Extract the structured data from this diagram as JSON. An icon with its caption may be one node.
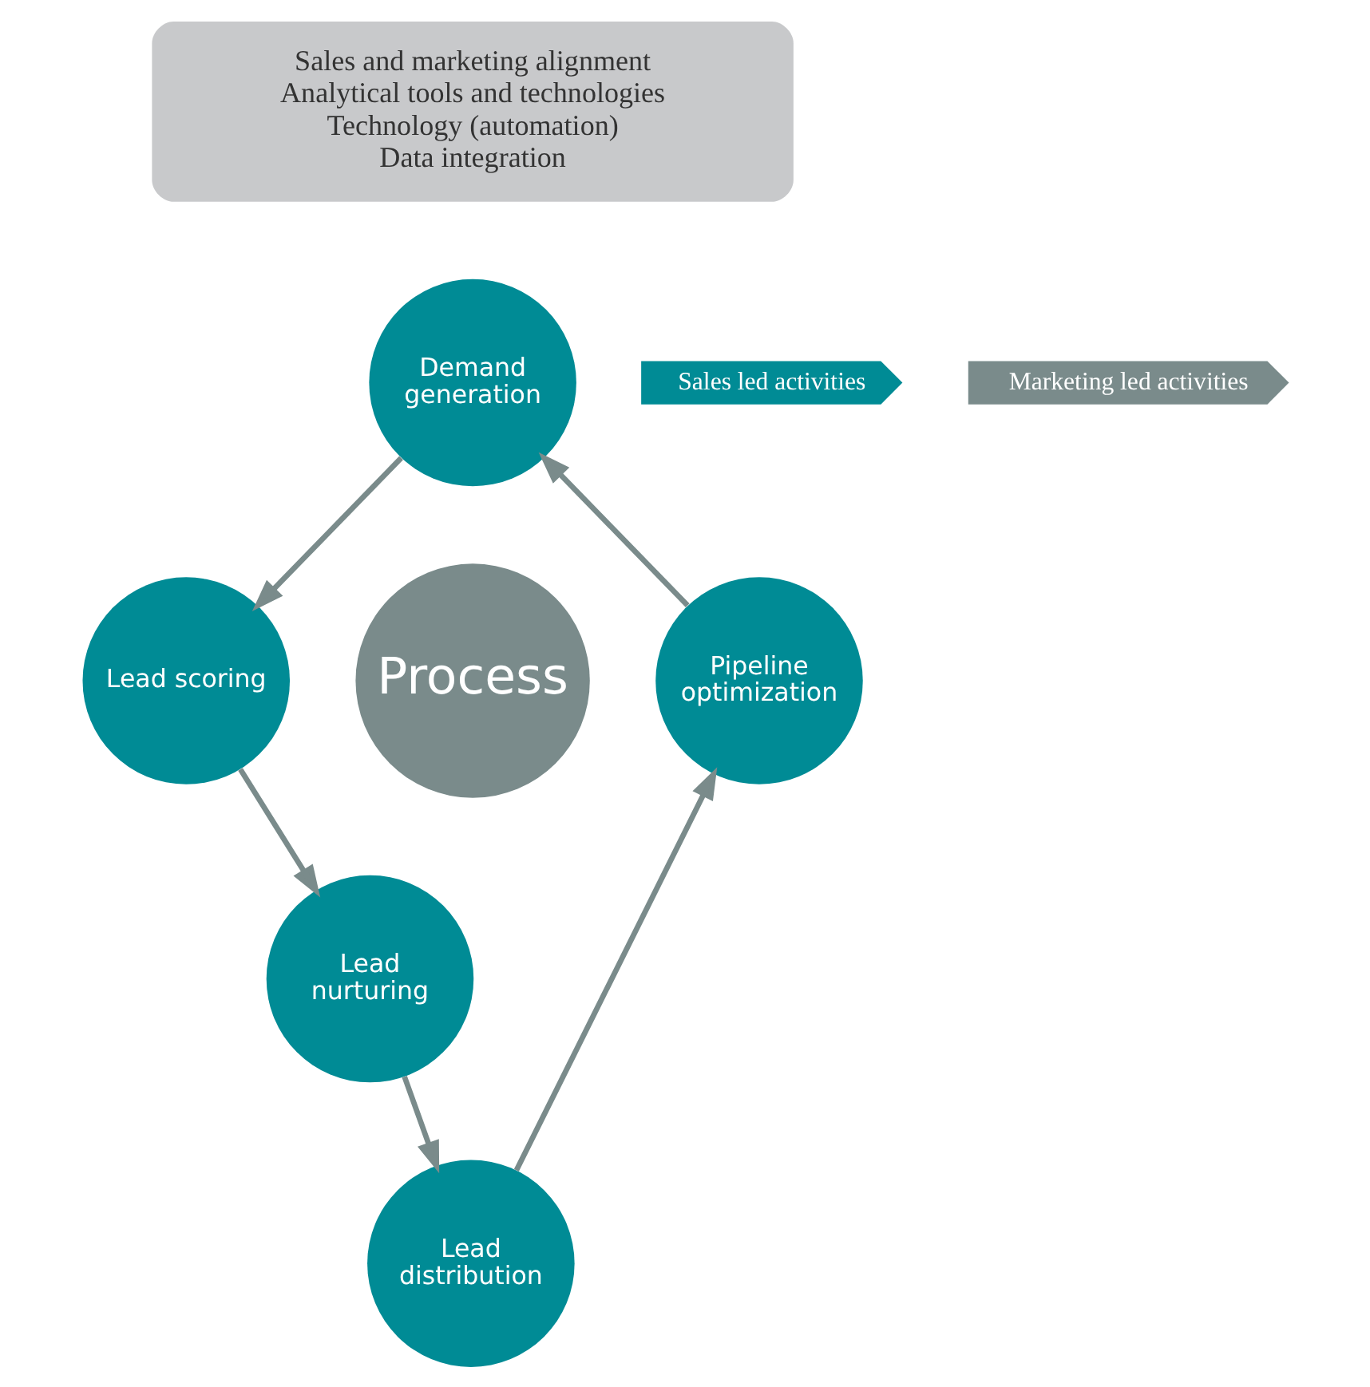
{
  "diagram": {
    "nodes": [
      {
        "text": [
          "Sales and marketing alignment",
          "Analytical tools and technologies",
          "Technology (automation)",
          "Data integration"
        ]
      },
      {
        "text": [
          "Sales led activities"
        ]
      },
      {
        "text": [
          "Marketing led activities"
        ]
      },
      {
        "text": [
          "Demand generation"
        ]
      },
      {
        "text": [
          "Lead scoring"
        ]
      },
      {
        "text": [
          "Lead nurturing"
        ]
      },
      {
        "text": [
          "Lead distribution"
        ]
      },
      {
        "text": [
          "Pipeline optimization"
        ]
      },
      {
        "text": [
          "Process"
        ]
      }
    ],
    "edges": [
      {
        "from": 3,
        "to": 4,
        "arrow": "to"
      },
      {
        "from": 4,
        "to": 5,
        "arrow": "to"
      },
      {
        "from": 5,
        "to": 6,
        "arrow": "to"
      },
      {
        "from": 6,
        "to": 7,
        "arrow": "to"
      },
      {
        "from": 7,
        "to": 3,
        "arrow": "to"
      }
    ]
  }
}
